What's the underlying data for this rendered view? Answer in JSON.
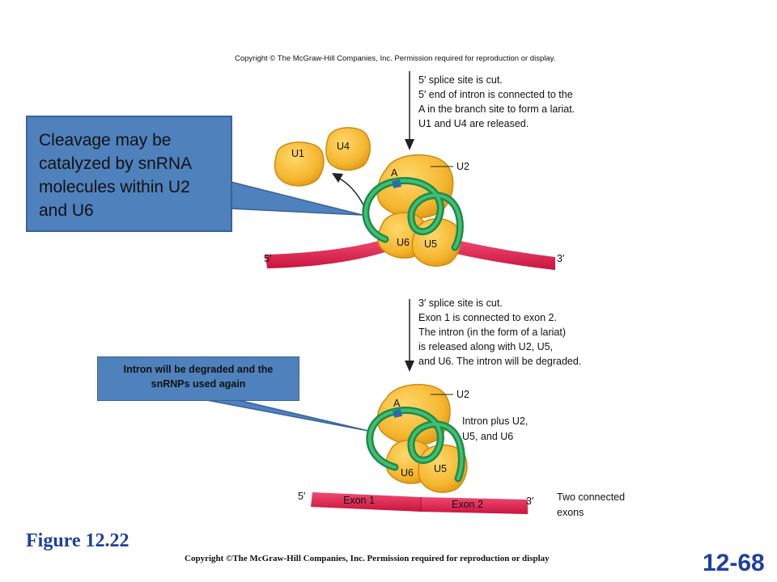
{
  "copyright_top": "Copyright © The McGraw-Hill Companies, Inc. Permission required for reproduction or display.",
  "step1_notes": [
    "5′ splice site is cut.",
    "5′ end of intron is connected to the",
    "A in the branch site to form a lariat.",
    "U1 and U4 are released."
  ],
  "step2_notes": [
    "3′ splice site is cut.",
    "Exon 1 is connected to exon 2.",
    "The intron (in the form of a lariat)",
    "is released along with U2, U5,",
    "and U6. The intron will be degraded."
  ],
  "callouts": {
    "cleavage": "Cleavage may be catalyzed by snRNA molecules within U2 and U6",
    "degraded": "Intron will be degraded and the snRNPs used again"
  },
  "labels": {
    "u1": "U1",
    "u4": "U4",
    "u2_top": "U2",
    "a_top": "A",
    "u6_top": "U6",
    "u5_top": "U5",
    "five_prime_top": "5′",
    "three_prime_top": "3′",
    "u2_bottom": "U2",
    "a_bottom": "A",
    "u6_bottom": "U6",
    "u5_bottom": "U5",
    "intron_plus": [
      "Intron plus U2,",
      "U5, and U6"
    ],
    "five_prime_bottom": "5′",
    "three_prime_bottom": "3′",
    "exon1": "Exon 1",
    "exon2": "Exon 2",
    "two_exons": [
      "Two connected",
      "exons"
    ]
  },
  "figure_label": "Figure 12.22",
  "copyright_bottom": "Copyright ©The McGraw-Hill Companies, Inc. Permission required for reproduction or display",
  "slide_number": "12-68",
  "colors": {
    "snrnp": "#f5b731",
    "snrnp_outline": "#d08a10",
    "rna": "#e3234f",
    "intron": "#2e9e5e",
    "branch": "#2b6cb0",
    "callout": "#4f81bd",
    "title_blue": "#1f3f9f"
  }
}
